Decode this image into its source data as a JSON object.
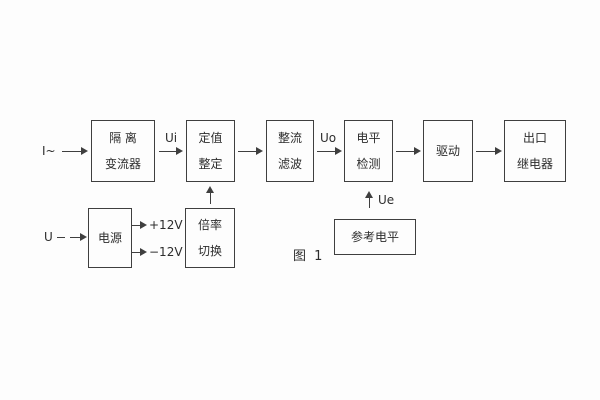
{
  "figure": {
    "caption": "图 1"
  },
  "signals": {
    "input_current": "I~",
    "input_voltage": "U",
    "ui": "Ui",
    "uo": "Uo",
    "ue": "Ue",
    "plus_12v": "+12V",
    "minus_12v": "−12V"
  },
  "blocks": {
    "isolation_transformer": {
      "line1": "隔 离",
      "line2": "变流器"
    },
    "setpoint_setting": {
      "line1": "定值",
      "line2": "整定"
    },
    "rectifier_filter": {
      "line1": "整流",
      "line2": "滤波"
    },
    "level_detector": {
      "line1": "电平",
      "line2": "检测"
    },
    "driver": {
      "line1": "驱动"
    },
    "output_relay": {
      "line1": "出口",
      "line2": "继电器"
    },
    "power_supply": {
      "line1": "电源"
    },
    "ratio_switch": {
      "line1": "倍率",
      "line2": "切换"
    },
    "reference_level": {
      "line1": "参考电平"
    }
  },
  "colors": {
    "line": "#3f3f3f",
    "text": "#2d2d2d",
    "background": "#fdfdfd"
  }
}
